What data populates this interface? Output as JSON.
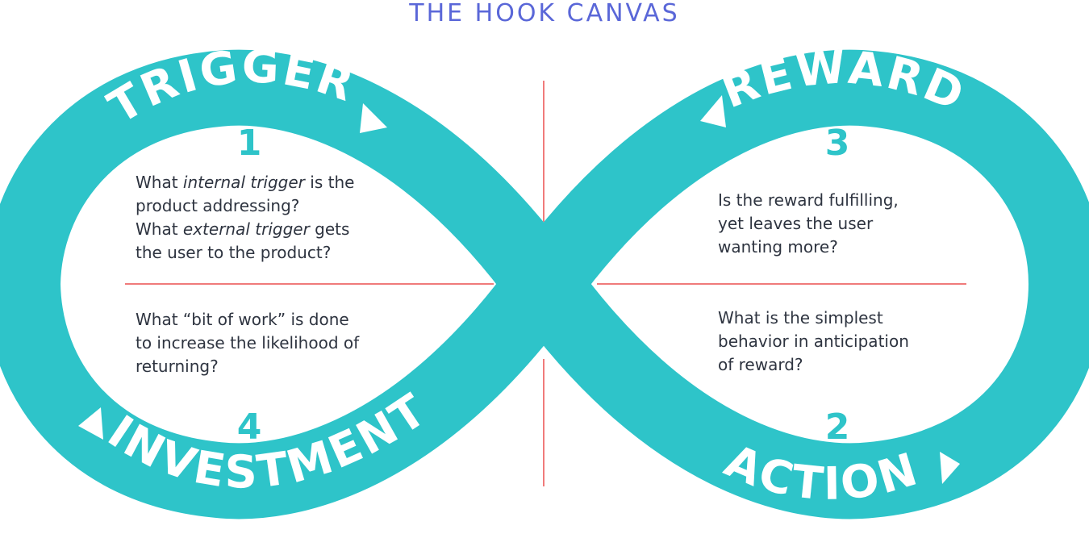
{
  "title": "THE HOOK CANVAS",
  "colors": {
    "band": "#2ec4c9",
    "title": "#5a67d8",
    "divider": "#f07b7b",
    "text": "#2e3440",
    "label": "#ffffff"
  },
  "phases": {
    "trigger": {
      "label": "TRIGGER",
      "number": "1",
      "line1_pre": "What ",
      "line1_em": "internal trigger",
      "line1_post": " is the",
      "line2": "product addressing?",
      "line3_pre": "What ",
      "line3_em": "external trigger",
      "line3_post": " gets",
      "line4": "the user to the product?"
    },
    "action": {
      "label": "ACTION",
      "number": "2",
      "line1": "What is the simplest",
      "line2": "behavior in anticipation",
      "line3": "of reward?"
    },
    "reward": {
      "label": "REWARD",
      "number": "3",
      "line1": "Is the reward fulfilling,",
      "line2": "yet leaves the user",
      "line3": "wanting more?"
    },
    "investment": {
      "label": "INVESTMENT",
      "number": "4",
      "line1": "What “bit of work” is done",
      "line2": "to increase the likelihood of",
      "line3": "returning?"
    }
  },
  "icons": {
    "trigger_arrow": "triangle-right-icon",
    "reward_arrow": "triangle-left-icon",
    "investment_arrow": "triangle-left-icon",
    "action_arrow": "triangle-right-icon"
  }
}
